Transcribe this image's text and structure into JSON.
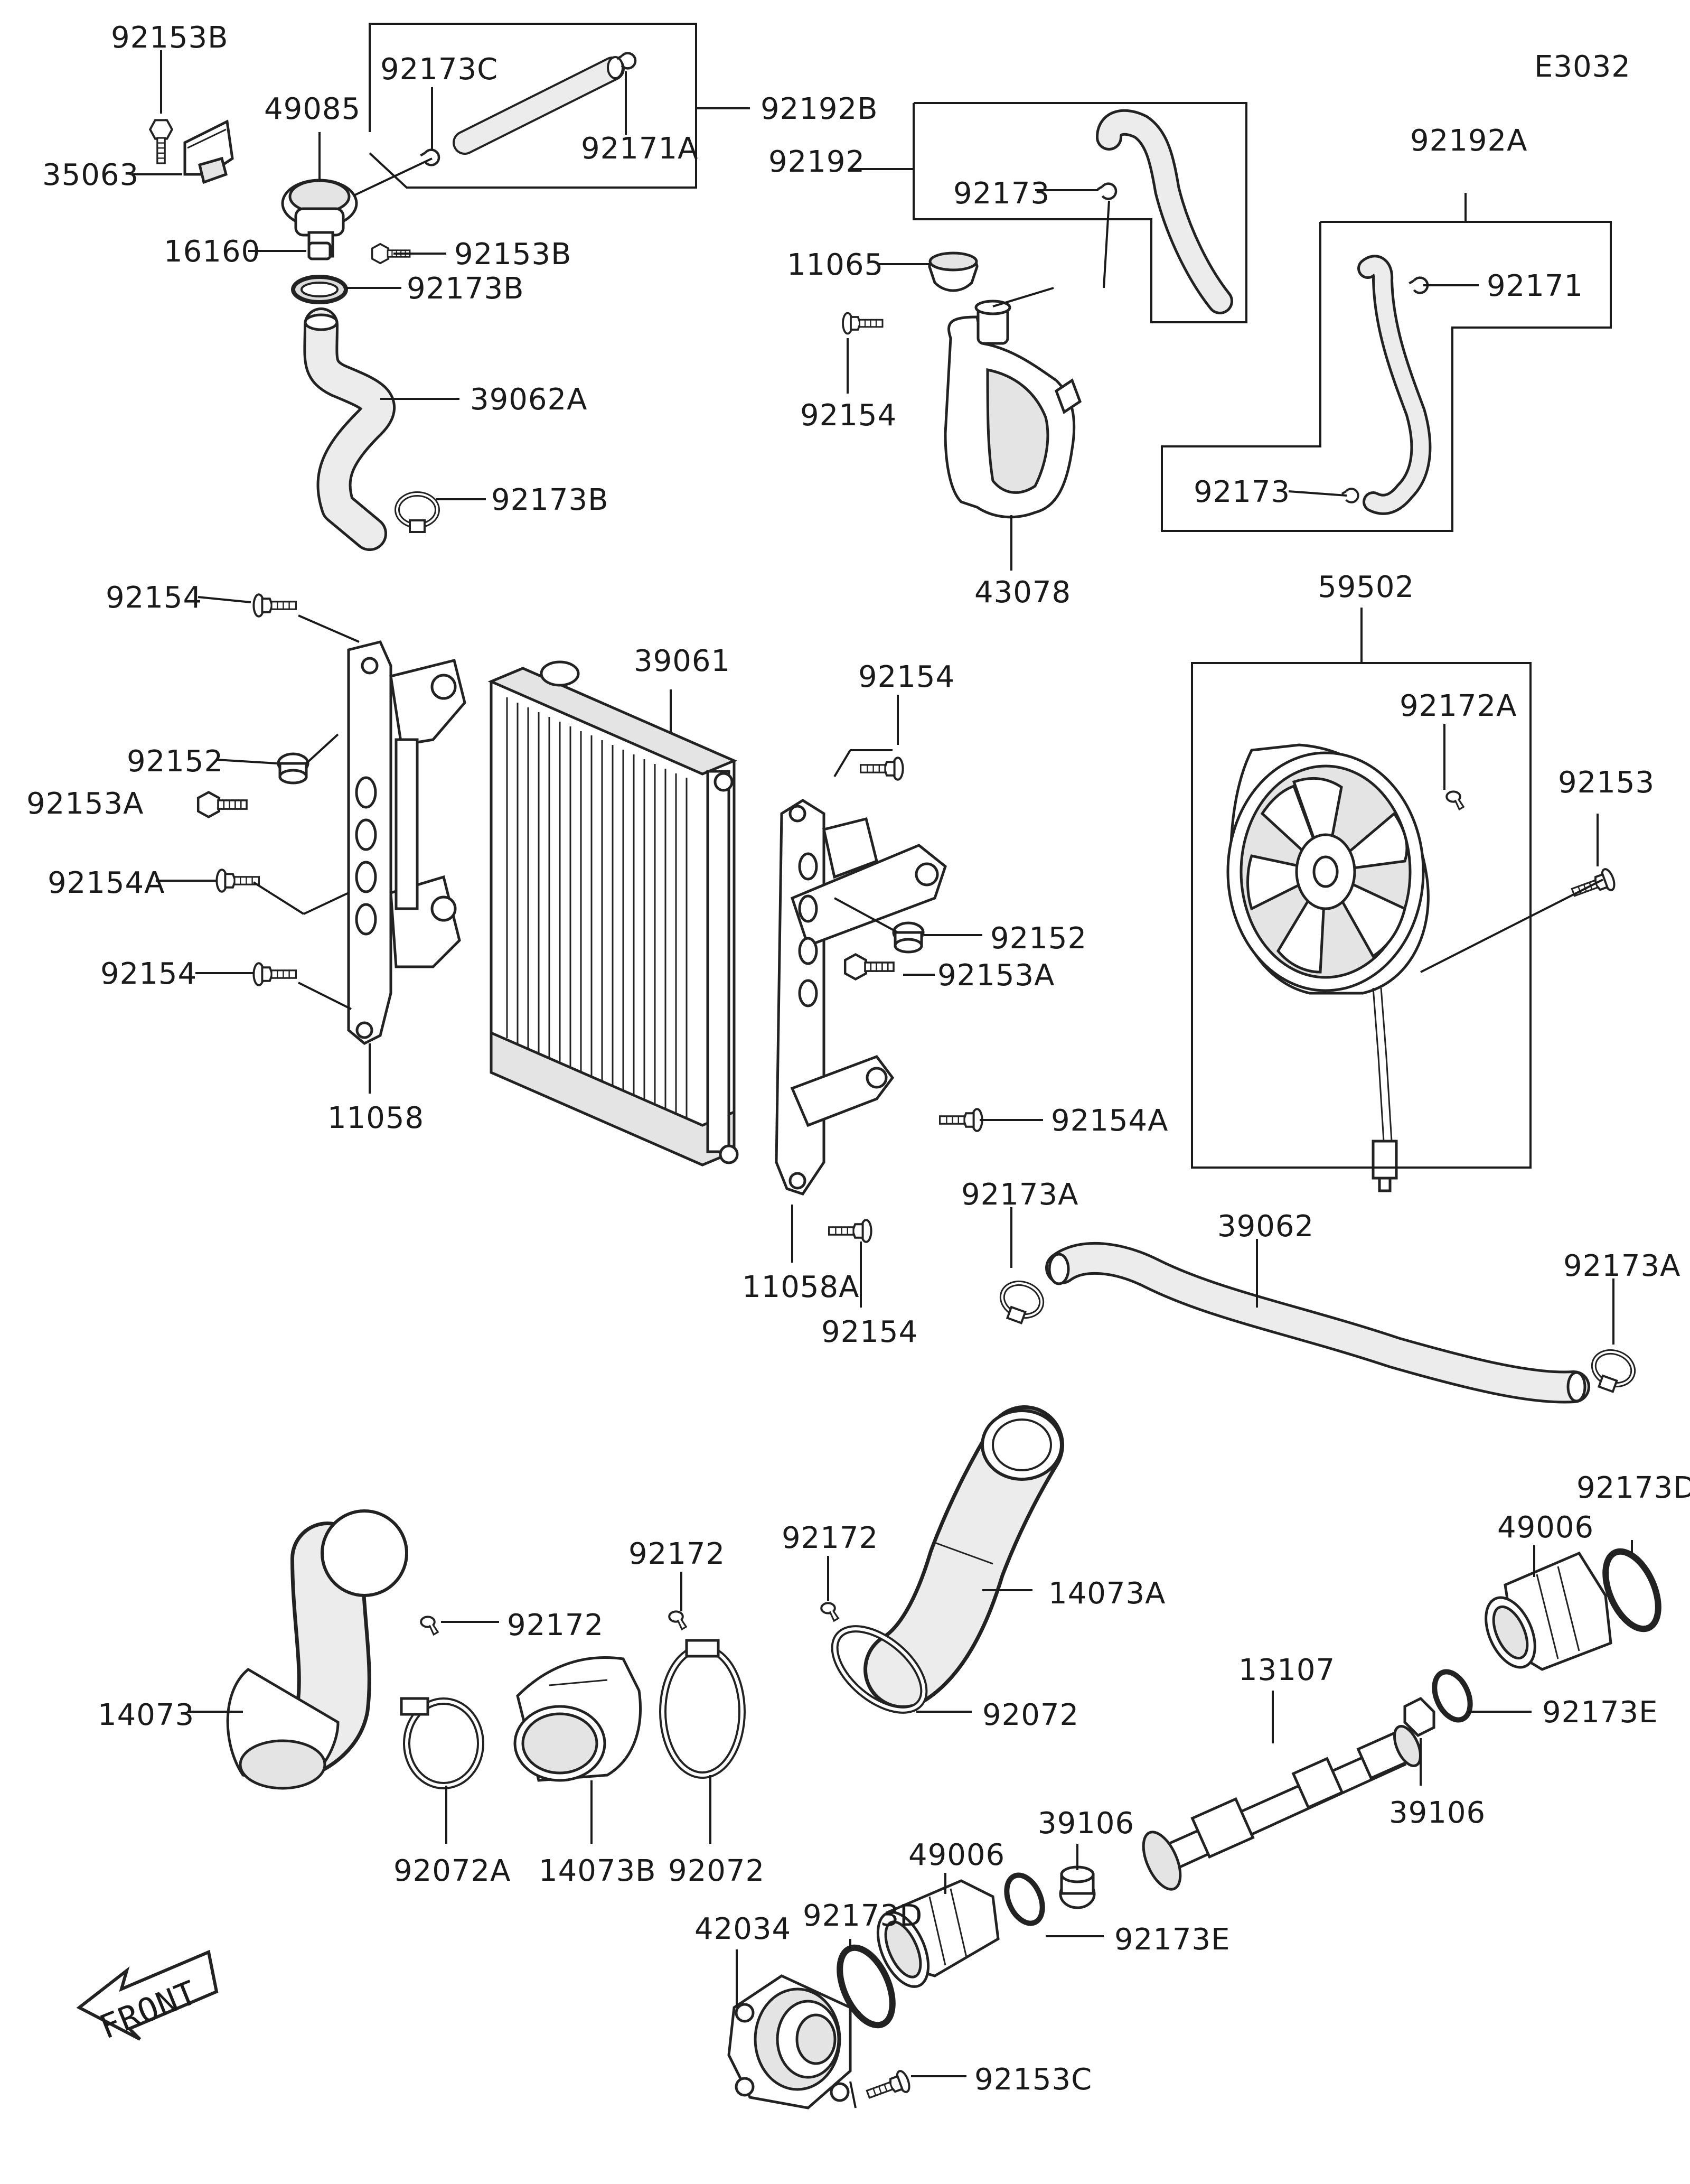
{
  "diagram_code": "E3032",
  "front_label": "FRONT",
  "callouts": {
    "p92153B_a": "92153B",
    "p35063": "35063",
    "p49085": "49085",
    "p16160": "16160",
    "p92153B_b": "92153B",
    "p92173B_a": "92173B",
    "p39062A": "39062A",
    "p92173B_b": "92173B",
    "p92173C": "92173C",
    "p92171A": "92171A",
    "p92192B": "92192B",
    "p92192": "92192",
    "p92173_a": "92173",
    "p11065": "11065",
    "p92154_a": "92154",
    "p43078": "43078",
    "p92192A": "92192A",
    "p92171": "92171",
    "p92173_b": "92173",
    "p92154_b": "92154",
    "p39061": "39061",
    "p92152_a": "92152",
    "p92153A_a": "92153A",
    "p92154A_a": "92154A",
    "p92154_c": "92154",
    "p11058": "11058",
    "p92154_d": "92154",
    "p92152_b": "92152",
    "p92153A_b": "92153A",
    "p92154A_b": "92154A",
    "p11058A": "11058A",
    "p92154_e": "92154",
    "p59502": "59502",
    "p92172A": "92172A",
    "p92153": "92153",
    "p92173A_a": "92173A",
    "p39062": "39062",
    "p92173A_b": "92173A",
    "p92172_a": "92172",
    "p92172_b": "92172",
    "p92172_c": "92172",
    "p14073A": "14073A",
    "p92072_a": "92072",
    "p14073": "14073",
    "p92072A": "92072A",
    "p14073B": "14073B",
    "p92072_b": "92072",
    "p92173D_a": "92173D",
    "p49006_a": "49006",
    "p13107": "13107",
    "p92173E_a": "92173E",
    "p39106_a": "39106",
    "p39106_b": "39106",
    "p49006_b": "49006",
    "p92173D_b": "92173D",
    "p42034": "42034",
    "p92173E_b": "92173E",
    "p92153C": "92153C"
  }
}
